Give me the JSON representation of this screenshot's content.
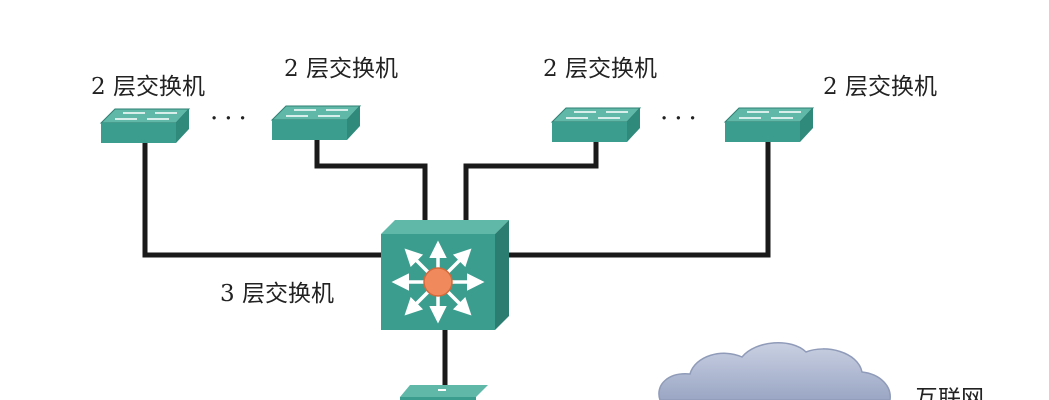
{
  "labels": {
    "l2_switch_1": "2 层交换机",
    "l2_switch_2": "2 层交换机",
    "l2_switch_3": "2 层交换机",
    "l2_switch_4": "2 层交换机",
    "l3_switch": "3 层交换机",
    "internet": "互联网"
  },
  "ellipsis": {
    "left": "···",
    "right": "···"
  },
  "colors": {
    "switch_top": "#5fb8a8",
    "switch_side": "#2f8a7c",
    "switch_front": "#3a9d8e",
    "l3_center": "#f08a5d",
    "link": "#1a1a1a",
    "cloud": "#b3bdd3"
  },
  "icons": {
    "l2_switch": "switch-icon",
    "l3_switch": "layer3-switch-icon",
    "cloud": "cloud-icon"
  }
}
